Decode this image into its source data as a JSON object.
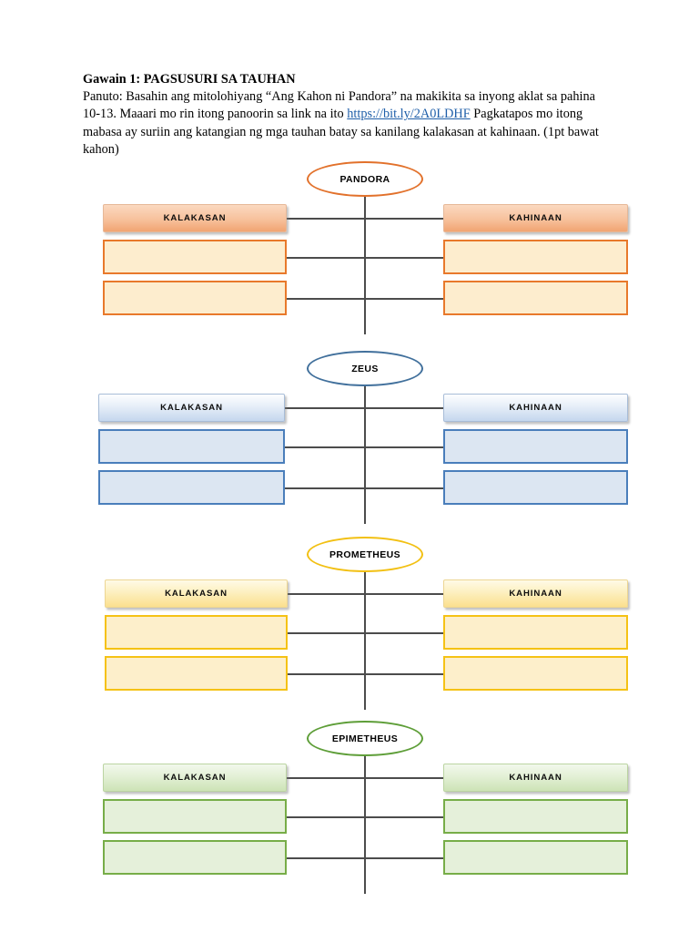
{
  "document": {
    "title": "Gawain 1: PAGSUSURI SA TAUHAN",
    "instruction_part1": "Panuto: Basahin ang mitolohiyang “Ang Kahon ni Pandora” na makikita sa inyong aklat sa pahina 10-13. Maaari mo rin itong panoorin sa link na ito ",
    "link_text": "https://bit.ly/2A0LDHF",
    "instruction_part2": " Pagkatapos mo itong mabasa ay suriin ang katangian ng mga tauhan batay sa kanilang kalakasan at kahinaan. (1pt bawat kahon)"
  },
  "labels": {
    "strength": "KALAKASAN",
    "weakness": "KAHINAAN"
  },
  "colors": {
    "orange_border": "#E8792B",
    "orange_fill": "#FDEDCE",
    "blue_border": "#4A7EBB",
    "blue_fill": "#DCE6F2",
    "yellow_border": "#F5C215",
    "yellow_fill": "#FDEFCB",
    "green_border": "#77AD48",
    "green_fill": "#E5F0DA",
    "link": "#1F5FA9",
    "connector": "#4C4C4C"
  },
  "charts": [
    {
      "name": "PANDORA",
      "theme": "orange",
      "left_header": "KALAKASAN",
      "right_header": "KAHINAAN",
      "left_boxes": [
        "",
        ""
      ],
      "right_boxes": [
        "",
        ""
      ]
    },
    {
      "name": "ZEUS",
      "theme": "blue",
      "left_header": "KALAKASAN",
      "right_header": "KAHINAAN",
      "left_boxes": [
        "",
        ""
      ],
      "right_boxes": [
        "",
        ""
      ]
    },
    {
      "name": "PROMETHEUS",
      "theme": "yellow",
      "left_header": "KALAKASAN",
      "right_header": "KAHINAAN",
      "left_boxes": [
        "",
        ""
      ],
      "right_boxes": [
        "",
        ""
      ]
    },
    {
      "name": "EPIMETHEUS",
      "theme": "green",
      "left_header": "KALAKASAN",
      "right_header": "KAHINAAN",
      "left_boxes": [
        "",
        ""
      ],
      "right_boxes": [
        "",
        ""
      ]
    }
  ]
}
